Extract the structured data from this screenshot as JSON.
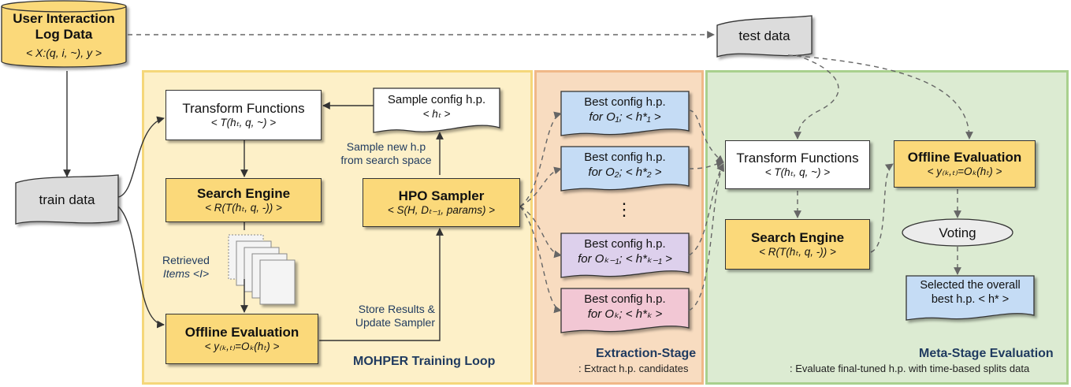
{
  "log_data": {
    "line1": "User Interaction",
    "line2": "Log Data",
    "formula": "< X:(q,  i, ~), y >"
  },
  "test_data": {
    "label": "test data"
  },
  "train_data": {
    "label": "train data"
  },
  "training": {
    "transform": {
      "title": "Transform Functions",
      "formula": "< T(hₜ, q, ~) >"
    },
    "sample_config": {
      "title": "Sample config h.p.",
      "formula": "< hₜ >"
    },
    "sample_new": {
      "line1": "Sample new h.p",
      "line2": "from search space"
    },
    "search_engine": {
      "title": "Search Engine",
      "formula": "< R(T(hₜ, q, -)) >"
    },
    "hpo_sampler": {
      "title": "HPO Sampler",
      "formula": "< S(H, Dₜ₋₁, params) >"
    },
    "retrieved": {
      "line1": "Retrieved",
      "line2": "Items <I>"
    },
    "store": {
      "line1": "Store Results &",
      "line2": "Update Sampler"
    },
    "offline": {
      "title": "Offline Evaluation",
      "formula": "< y₍ₖ,ₜ₎=Oₖ(hₜ) >"
    },
    "region_title": "MOHPER  Training Loop"
  },
  "extraction": {
    "cards": [
      {
        "line1": "Best config h.p.",
        "line2": "for O₁; < h*₁ >",
        "color": "#c5dcf5"
      },
      {
        "line1": "Best config h.p.",
        "line2": "for O₂; < h*₂ >",
        "color": "#c5dcf5"
      },
      {
        "line1": "Best config h.p.",
        "line2": "for Oₖ₋₁; < h*ₖ₋₁ >",
        "color": "#ddd0ec"
      },
      {
        "line1": "Best config h.p.",
        "line2": "for Oₖ; < h*ₖ >",
        "color": "#f2c7d4"
      }
    ],
    "dots": "⋮",
    "region_title": "Extraction-Stage",
    "region_sub": ": Extract h.p. candidates"
  },
  "meta": {
    "transform": {
      "title": "Transform Functions",
      "formula": "< T(hₜ, q, ~) >"
    },
    "offline": {
      "title": "Offline Evaluation",
      "formula": "< y₍ₖ,ₜ₎=Oₖ(hₜ) >"
    },
    "search_engine": {
      "title": "Search Engine",
      "formula": "< R(T(hₜ, q, -)) >"
    },
    "voting": "Voting",
    "selected": {
      "line1": "Selected the overall",
      "line2": "best h.p. < h* >"
    },
    "region_title": "Meta-Stage Evaluation",
    "region_sub": ": Evaluate final-tuned h.p. with time-based splits data"
  },
  "colors": {
    "training_bg": "#fdf0c8",
    "training_border": "#f5d77a",
    "extraction_bg": "#f8dcc0",
    "extraction_border": "#f0b888",
    "meta_bg": "#dcebd2",
    "meta_border": "#a9d08e",
    "gold": "#fbd97a",
    "cylinder_gray": "#dcdcdc"
  }
}
